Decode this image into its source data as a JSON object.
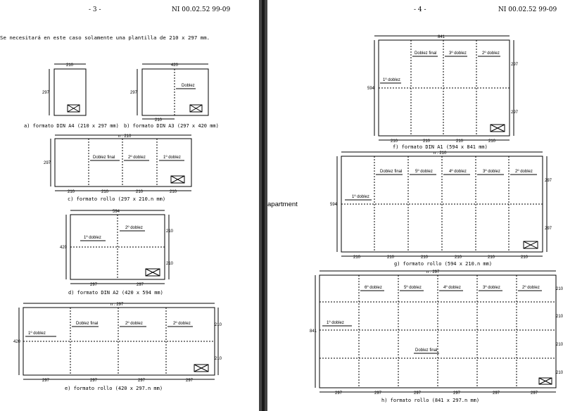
{
  "left_page": {
    "page_number": "- 3 -",
    "doc_ref": "NI 00.02.52  99-09",
    "intro": "Se necesitará en este caso solamente una plantilla de 210 x 297 mm.",
    "captions": {
      "a": "a)  formato DIN A4  (210 x 297 mm)",
      "b": "b)  formato DIN A3  (297 x 420 mm)",
      "c": "c)  formato rollo  (297 x 210.n mm)",
      "d": "d)  formato DIN A2  (420 x 594 mm)",
      "e": "e)  formato rollo  (420 x 297.n mm)"
    }
  },
  "right_page": {
    "page_number": "- 4 -",
    "doc_ref": "NI 00.02.52  99-09",
    "captions": {
      "f": "f)  formato DIN A1  (594 x 841 mm)",
      "g": "g)  formato rollo  (594 x 210.n mm)",
      "h": "h)  formato rollo  (841 x 297.n mm)"
    }
  },
  "side_text": "apartment",
  "dims": {
    "d210": "210",
    "d297": "297",
    "d420": "420",
    "d594": "594",
    "d841": "841",
    "n210": "n . 210",
    "n297": "n . 297"
  },
  "folds": {
    "final": "Doblez final",
    "doblez": "Doblez",
    "f1": "1º doblez",
    "f2": "2º doblez",
    "f3": "3º doblez",
    "f4": "4º doblez",
    "f5": "5º doblez",
    "f6": "6º doblez"
  }
}
